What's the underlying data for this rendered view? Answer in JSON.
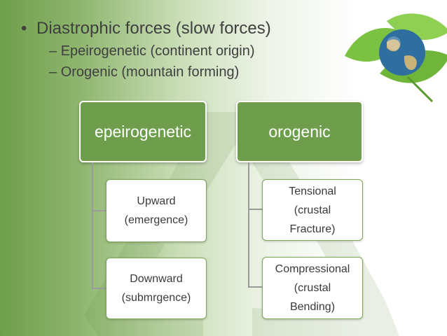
{
  "bullets": {
    "main": "Diastrophic forces (slow forces)",
    "sub": [
      "Epeirogenetic (continent origin)",
      "Orogenic (mountain forming)"
    ]
  },
  "diagram": {
    "left": {
      "head": "epeirogenetic",
      "children": [
        [
          "Upward",
          "(emergence)"
        ],
        [
          "Downward",
          "(submrgence)"
        ]
      ]
    },
    "right": {
      "head": "orogenic",
      "children": [
        [
          "Tensional",
          "(crustal",
          "Fracture)"
        ],
        [
          "Compressional",
          "(crustal",
          "Bending)"
        ]
      ]
    }
  },
  "colors": {
    "header_fill": "#6e9e4c",
    "child_border": "#7aa858",
    "text": "#3f3f3f"
  }
}
